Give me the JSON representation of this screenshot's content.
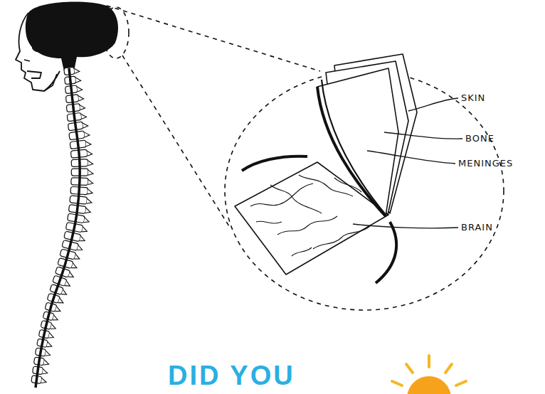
{
  "diagram": {
    "labels": [
      "SKIN",
      "BONE",
      "MENINGES",
      "BRAIN",
      "DID YOU"
    ]
  }
}
